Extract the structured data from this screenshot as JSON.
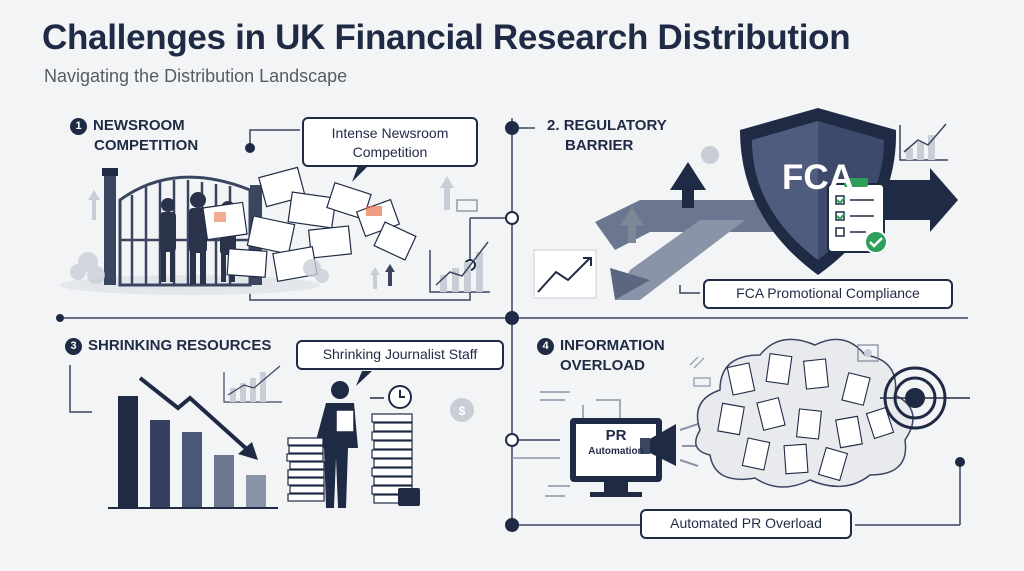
{
  "header": {
    "title": "Challenges in UK Financial Research Distribution",
    "subtitle": "Navigating the Distribution Landscape"
  },
  "sections": [
    {
      "number": "1",
      "title_line1": "NEWSROOM",
      "title_line2": "COMPETITION",
      "callout": "Intense Newsroom Competition"
    },
    {
      "number": "2.",
      "title_line1": "REGULATORY",
      "title_line2": "BARRIER",
      "callout": "FCA Promotional Compliance",
      "shield_label": "FCA"
    },
    {
      "number": "3",
      "title_line1": "SHRINKING RESOURCES",
      "title_line2": "",
      "callout": "Shrinking Journalist Staff"
    },
    {
      "number": "4",
      "title_line1": "INFORMATION",
      "title_line2": "OVERLOAD",
      "callout": "Automated PR Overload",
      "monitor_label_1": "PR",
      "monitor_label_2": "Automation"
    }
  ],
  "colors": {
    "navy": "#1f2a44",
    "slate": "#4a5876",
    "gray": "#7d8798",
    "light": "#c9ced6",
    "accent": "#e8734a",
    "green": "#2e9e5b"
  }
}
